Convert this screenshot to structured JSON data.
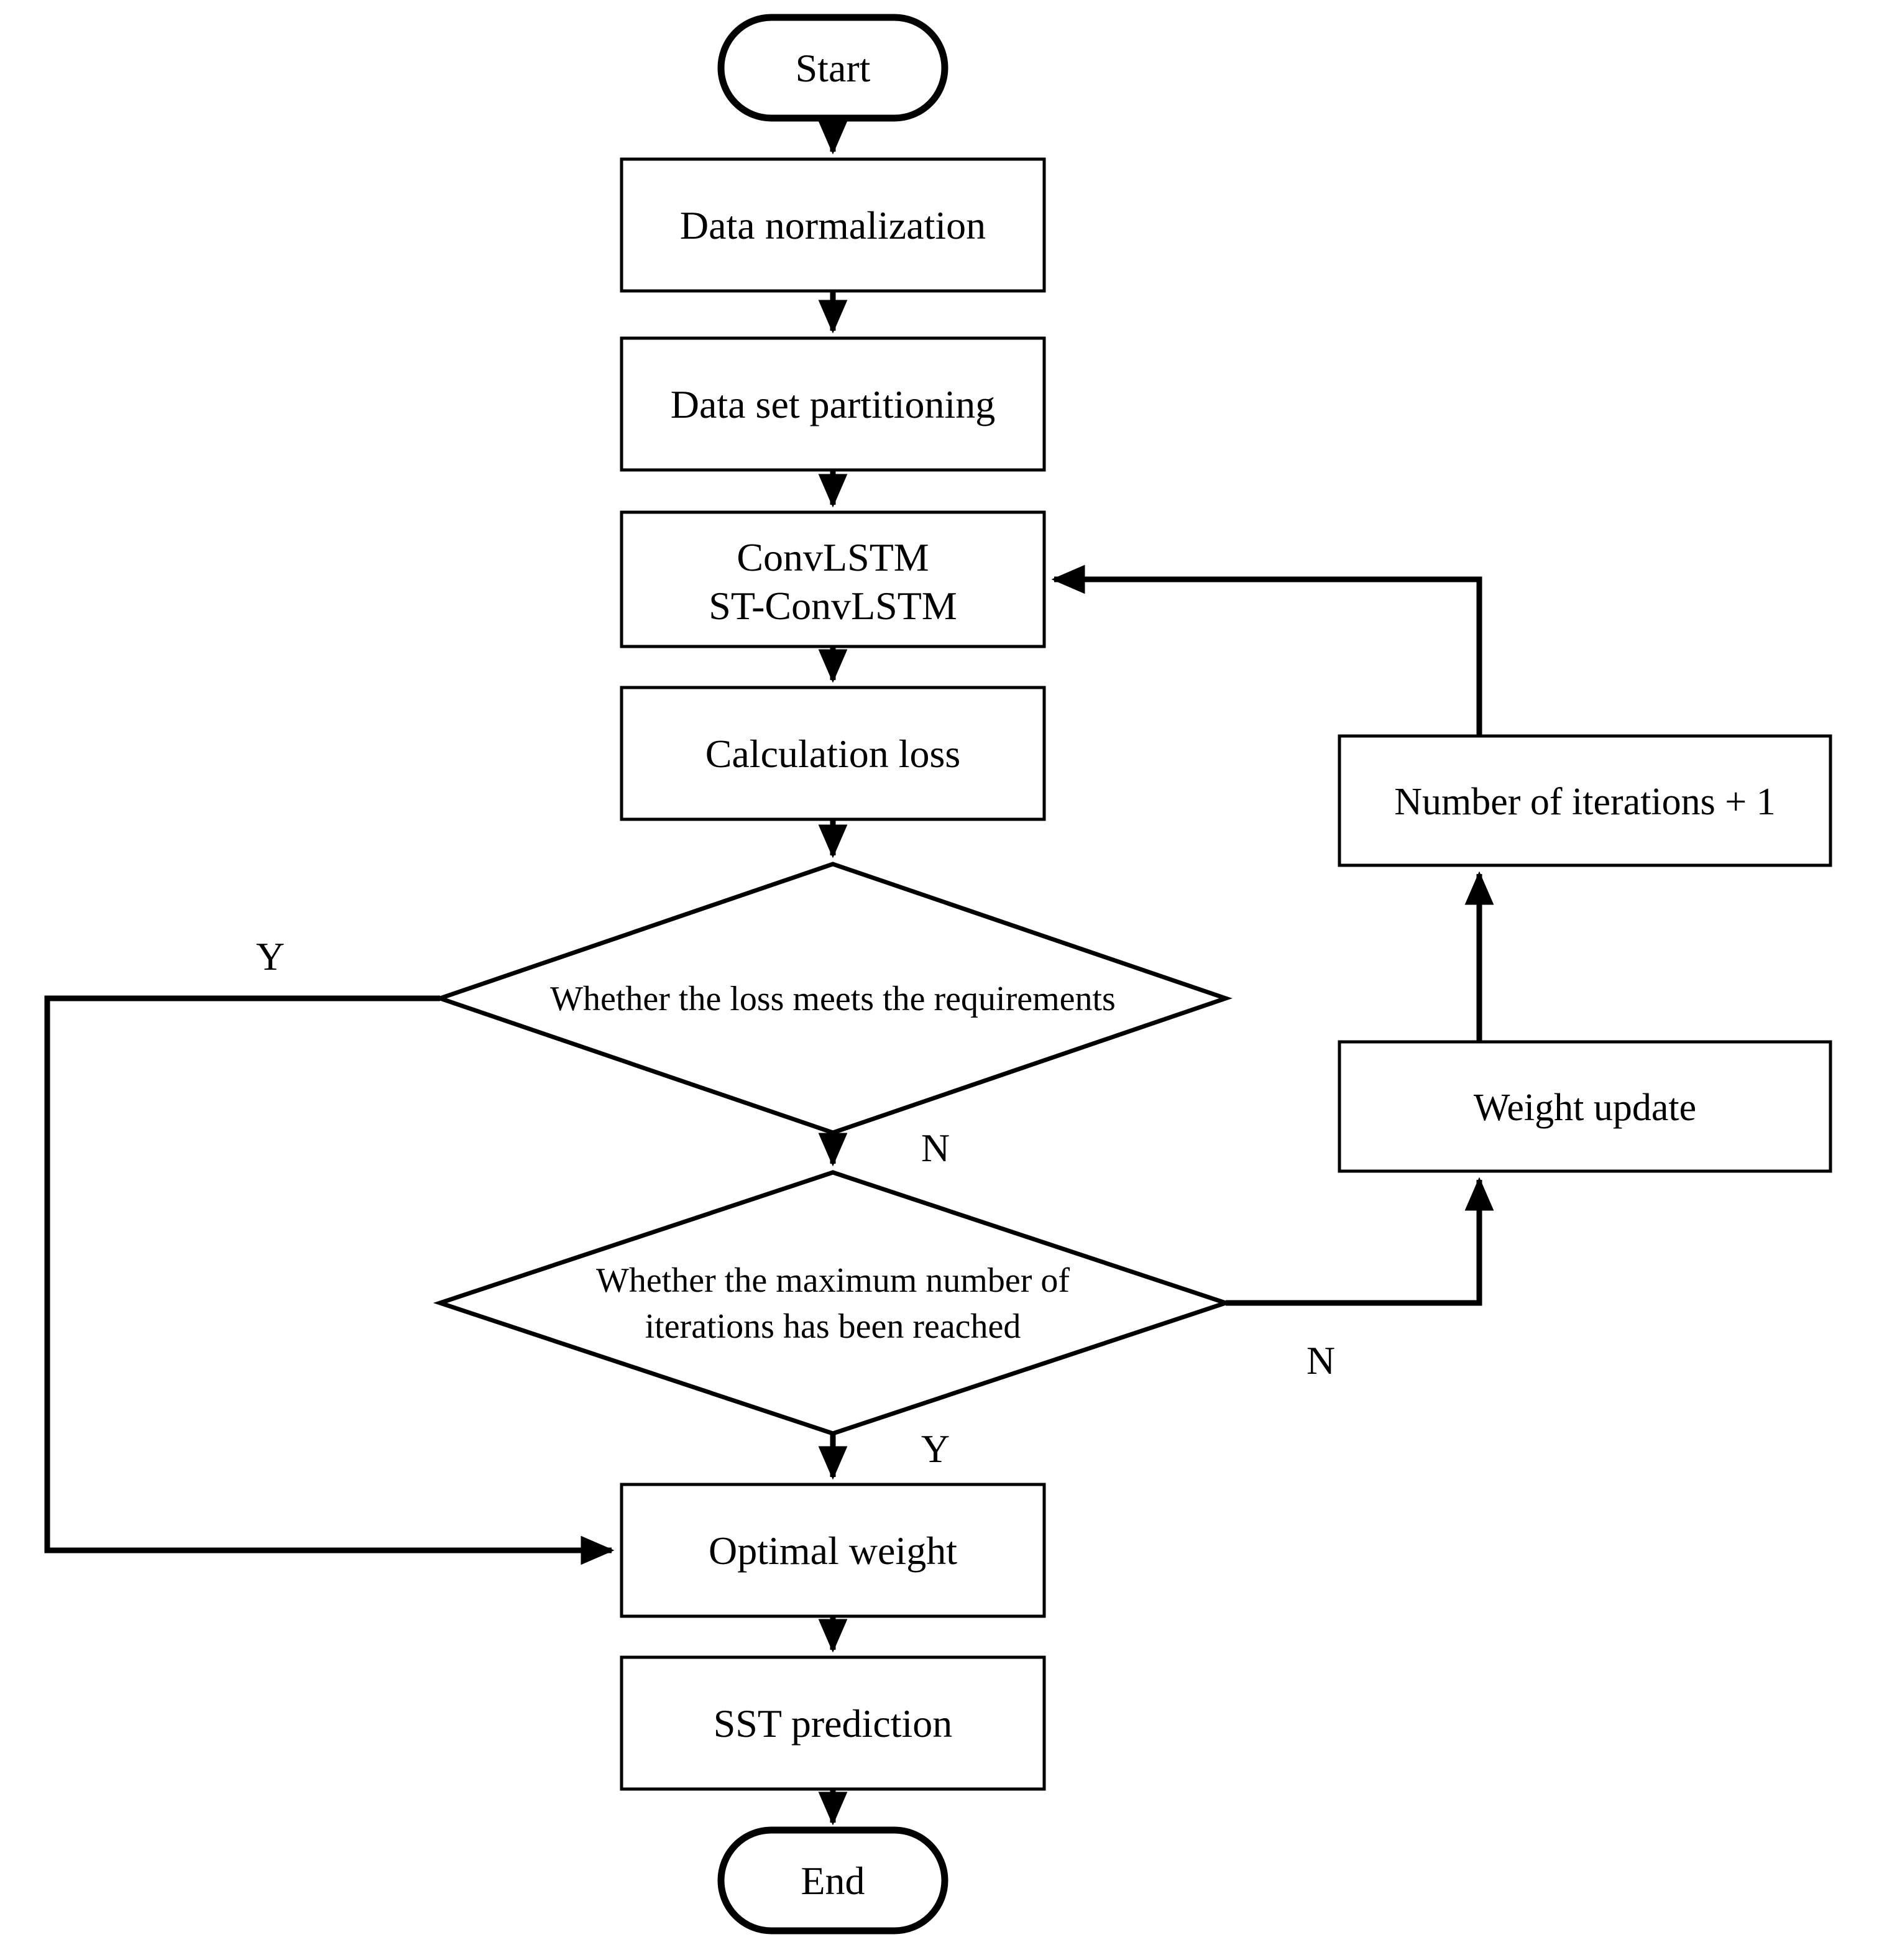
{
  "nodes": {
    "start": {
      "type": "terminator",
      "label": "Start"
    },
    "data_normalization": {
      "type": "process",
      "label": "Data normalization"
    },
    "data_set_partitioning": {
      "type": "process",
      "label": "Data set partitioning"
    },
    "model": {
      "type": "process",
      "lines": [
        "ConvLSTM",
        "ST-ConvLSTM"
      ]
    },
    "calculation_loss": {
      "type": "process",
      "label": "Calculation loss"
    },
    "loss_decision": {
      "type": "decision",
      "label": "Whether the loss meets the requirements"
    },
    "iteration_decision": {
      "type": "decision",
      "lines": [
        "Whether the maximum number of",
        "iterations has been reached"
      ]
    },
    "optimal_weight": {
      "type": "process",
      "label": "Optimal weight"
    },
    "sst_prediction": {
      "type": "process",
      "label": "SST prediction"
    },
    "end": {
      "type": "terminator",
      "label": "End"
    },
    "iteration_increment": {
      "type": "process",
      "label": "Number of iterations + 1"
    },
    "weight_update": {
      "type": "process",
      "label": "Weight update"
    }
  },
  "edge_labels": {
    "loss_yes": "Y",
    "loss_no": "N",
    "iteration_yes": "Y",
    "iteration_no": "N"
  },
  "colors": {
    "line": "#000000",
    "fill": "#ffffff",
    "text": "#000000",
    "background": "#ffffff"
  }
}
